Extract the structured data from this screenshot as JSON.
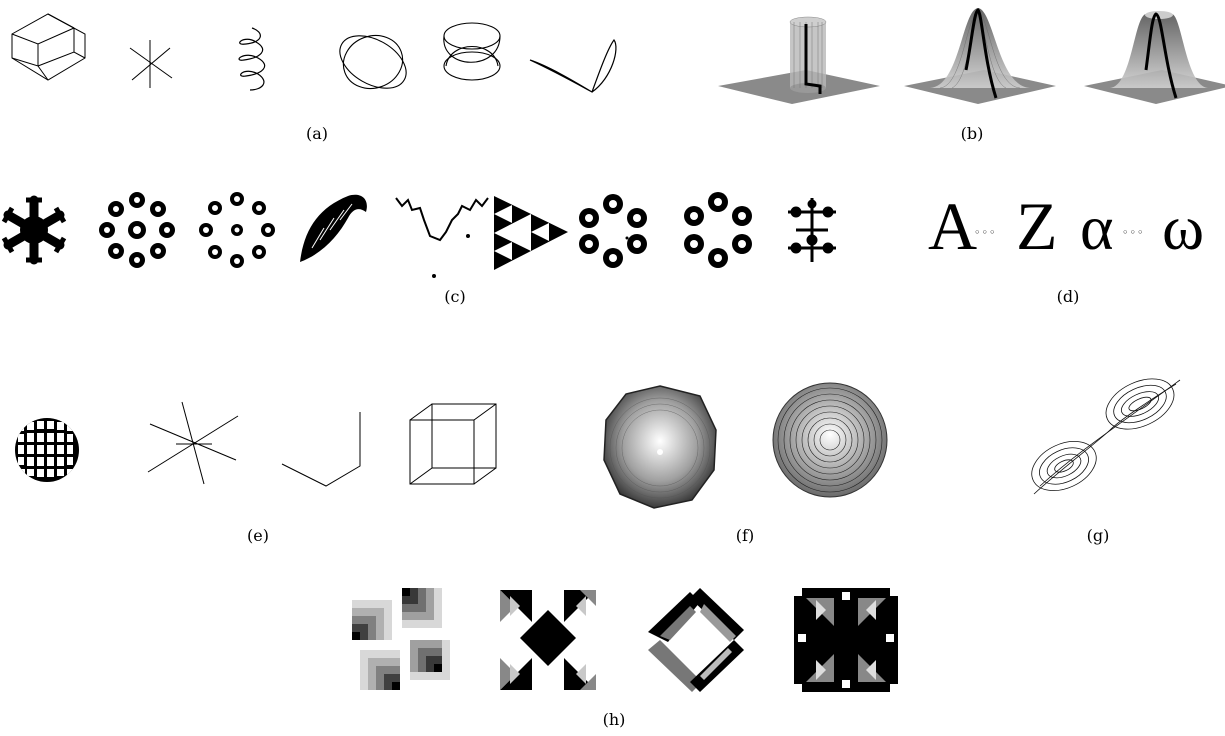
{
  "panels": {
    "a": {
      "caption": "(a)"
    },
    "b": {
      "caption": "(b)"
    },
    "c": {
      "caption": "(c)"
    },
    "d": {
      "caption": "(d)",
      "letters": {
        "first_latin": "A",
        "last_latin": "Z",
        "first_greek": "α",
        "last_greek": "ω",
        "ellipsis": "◦◦◦"
      }
    },
    "e": {
      "caption": "(e)"
    },
    "f": {
      "caption": "(f)"
    },
    "g": {
      "caption": "(g)"
    },
    "h": {
      "caption": "(h)"
    }
  },
  "colors": {
    "ink": "#000000",
    "plane": "#8a8a8a",
    "mesh": "#9a9a9a",
    "background": "#ffffff"
  }
}
